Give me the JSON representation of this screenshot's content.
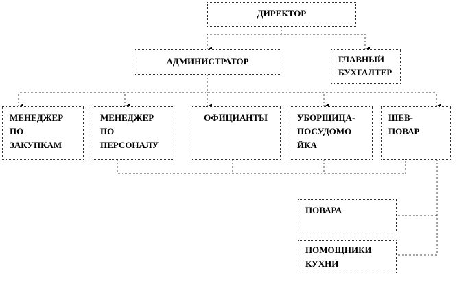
{
  "nodes": {
    "director": "ДИРЕКТОР",
    "administrator": "АДМИНИСТРАТОР",
    "chief_accountant": "ГЛАВНЫЙ\nБУХГАЛТЕР",
    "purchasing_manager": "МЕНЕДЖЕР\nПО\nЗАКУПКАМ",
    "hr_manager": "МЕНЕДЖЕР\nПО\nПЕРСОНАЛУ",
    "waiters": "ОФИЦИАНТЫ",
    "cleaner": "УБОРЩИЦА-\nПОСУДОМО\nЙКА",
    "chef": "ШЕВ-\nПОВАР",
    "cooks": "ПОВАРА",
    "kitchen_helpers": "ПОМОЩНИКИ\nКУХНИ"
  }
}
